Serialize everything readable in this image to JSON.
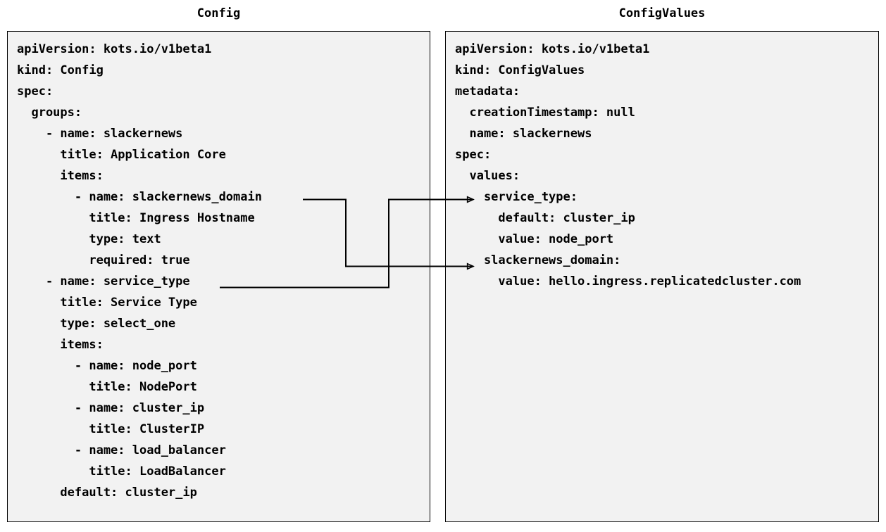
{
  "diagram": {
    "type": "yaml-mapping-diagram",
    "background_color": "#ffffff",
    "panel_fill_color": "#f2f2f2",
    "panel_border_color": "#000000",
    "connector_color": "#000000"
  },
  "panels": {
    "config": {
      "title": "Config",
      "lines": [
        "apiVersion: kots.io/v1beta1",
        "kind: Config",
        "spec:",
        "  groups:",
        "    - name: slackernews",
        "      title: Application Core",
        "      items:",
        "        - name: slackernews_domain",
        "          title: Ingress Hostname",
        "          type: text",
        "          required: true",
        "    - name: service_type",
        "      title: Service Type",
        "      type: select_one",
        "      items:",
        "        - name: node_port",
        "          title: NodePort",
        "        - name: cluster_ip",
        "          title: ClusterIP",
        "        - name: load_balancer",
        "          title: LoadBalancer",
        "      default: cluster_ip"
      ]
    },
    "config_values": {
      "title": "ConfigValues",
      "lines": [
        "apiVersion: kots.io/v1beta1",
        "kind: ConfigValues",
        "metadata:",
        "  creationTimestamp: null",
        "  name: slackernews",
        "spec:",
        "  values:",
        "    service_type:",
        "      default: cluster_ip",
        "      value: node_port",
        "    slackernews_domain:",
        "      value: hello.ingress.replicatedcluster.com"
      ]
    }
  },
  "connectors": [
    {
      "id": "slackernews-domain-link",
      "from_label": "slackernews_domain",
      "to_label": "slackernews_domain:",
      "arrow_style": "open-triangle"
    },
    {
      "id": "service-type-link",
      "from_label": "service_type",
      "to_label": "service_type:",
      "arrow_style": "open-triangle"
    }
  ]
}
